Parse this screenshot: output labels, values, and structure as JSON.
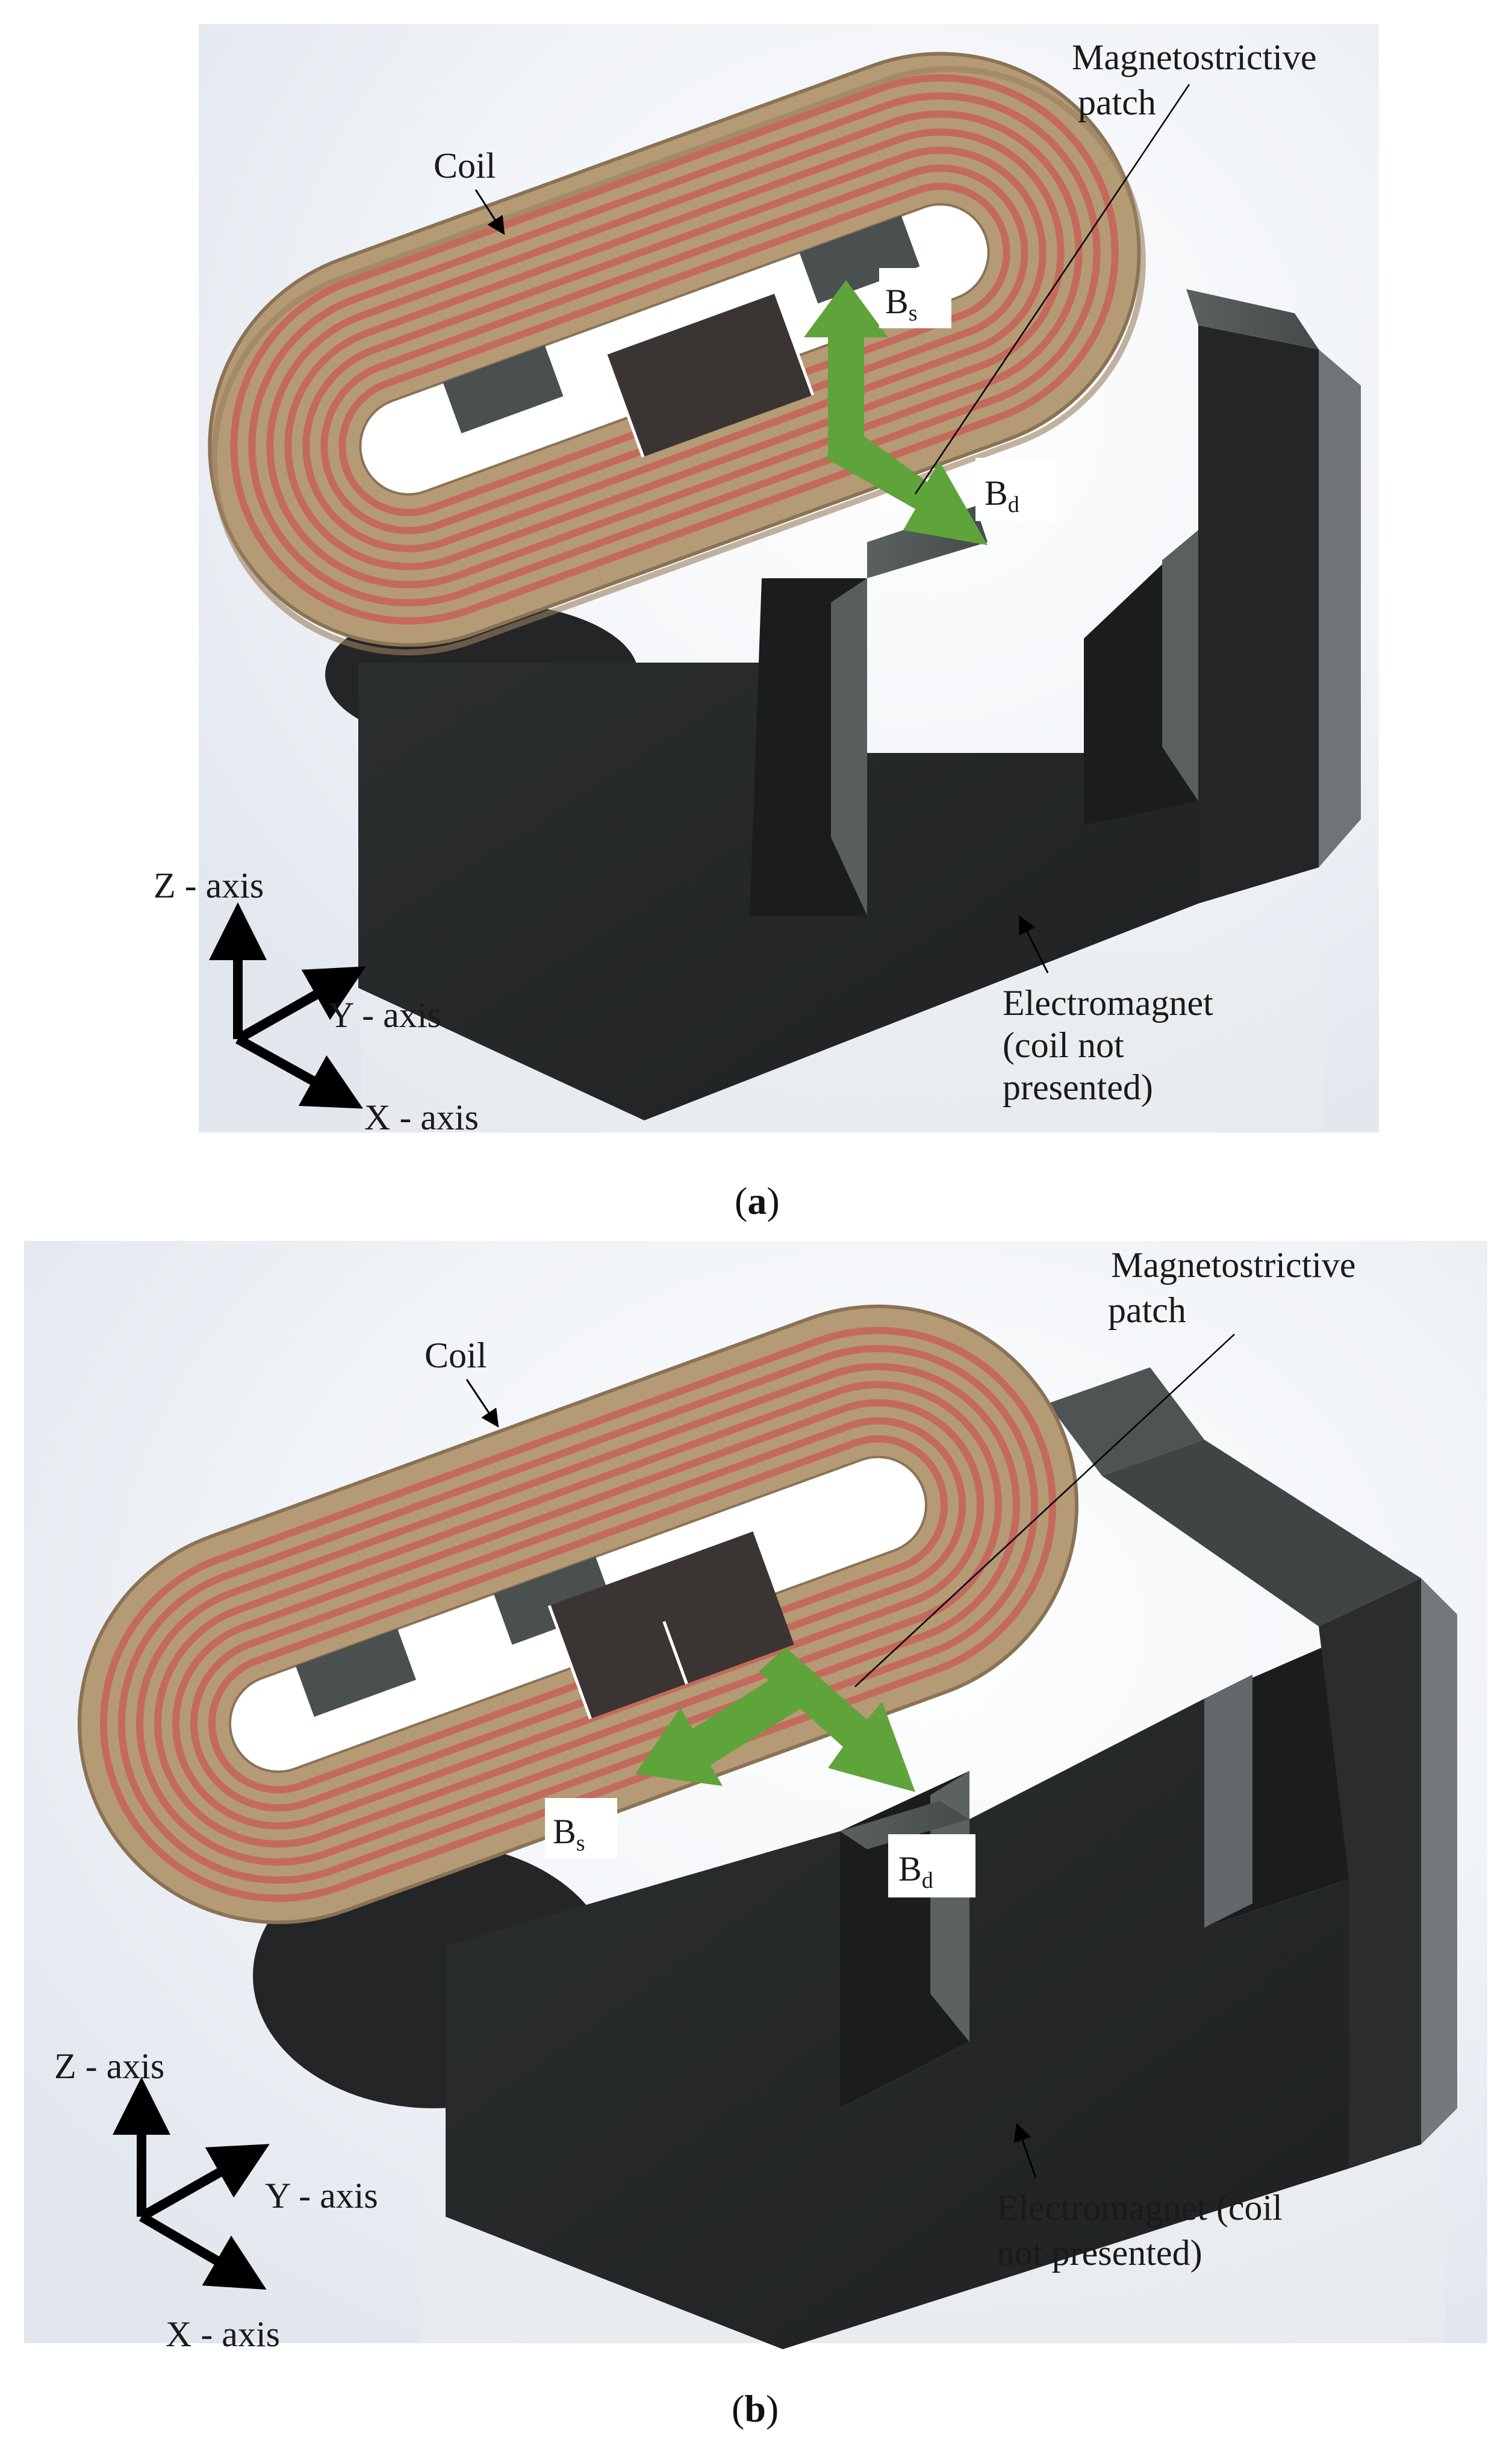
{
  "panels": [
    {
      "caption": "a",
      "labels": {
        "coil": "Coil",
        "patch_line1": "Magnetostrictive",
        "patch_line2": "patch",
        "bs_main": "B",
        "bs_sub": "s",
        "bd_main": "B",
        "bd_sub": "d",
        "em_line1": "Electromagnet",
        "em_line2": "(coil not",
        "em_line3": "presented)",
        "z_axis": "Z - axis",
        "y_axis": "Y - axis",
        "x_axis": "X - axis"
      }
    },
    {
      "caption": "b",
      "labels": {
        "coil": "Coil",
        "patch_line1": "Magnetostrictive",
        "patch_line2": "patch",
        "bs_main": "B",
        "bs_sub": "s",
        "bd_main": "B",
        "bd_sub": "d",
        "em_line1": "Electromagnet (coil",
        "em_line2": "not presented)",
        "z_axis": "Z - axis",
        "y_axis": "Y - axis",
        "x_axis": "X - axis"
      }
    }
  ],
  "colors": {
    "magnet_front": "#262829",
    "magnet_top": "#4d5152",
    "magnet_side": "#5e6464",
    "coil_body": "#b59a76",
    "coil_turns": "#c46a5c",
    "patch": "#3a3532",
    "arrow": "#5fa43a",
    "background_glow": "#eef2f7"
  }
}
